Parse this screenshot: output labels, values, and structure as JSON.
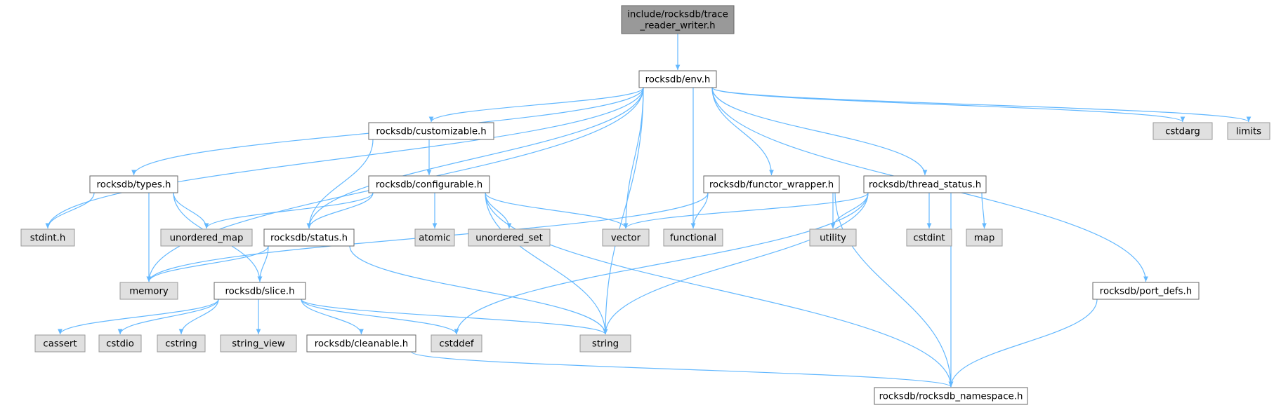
{
  "graph": {
    "nodes": [
      {
        "id": "root",
        "kind": "root",
        "label_lines": [
          "include/rocksdb/trace",
          "_reader_writer.h"
        ]
      },
      {
        "id": "env",
        "kind": "header",
        "label_lines": [
          "rocksdb/env.h"
        ]
      },
      {
        "id": "customizable",
        "kind": "header",
        "label_lines": [
          "rocksdb/customizable.h"
        ]
      },
      {
        "id": "types",
        "kind": "header",
        "label_lines": [
          "rocksdb/types.h"
        ]
      },
      {
        "id": "configurable",
        "kind": "header",
        "label_lines": [
          "rocksdb/configurable.h"
        ]
      },
      {
        "id": "functor",
        "kind": "header",
        "label_lines": [
          "rocksdb/functor_wrapper.h"
        ]
      },
      {
        "id": "thread",
        "kind": "header",
        "label_lines": [
          "rocksdb/thread_status.h"
        ]
      },
      {
        "id": "status",
        "kind": "header",
        "label_lines": [
          "rocksdb/status.h"
        ]
      },
      {
        "id": "slice",
        "kind": "header",
        "label_lines": [
          "rocksdb/slice.h"
        ]
      },
      {
        "id": "cleanable",
        "kind": "header",
        "label_lines": [
          "rocksdb/cleanable.h"
        ]
      },
      {
        "id": "portdefs",
        "kind": "header",
        "label_lines": [
          "rocksdb/port_defs.h"
        ]
      },
      {
        "id": "ns",
        "kind": "header",
        "label_lines": [
          "rocksdb/rocksdb_namespace.h"
        ]
      },
      {
        "id": "cstdarg",
        "kind": "sys",
        "label_lines": [
          "cstdarg"
        ]
      },
      {
        "id": "limits",
        "kind": "sys",
        "label_lines": [
          "limits"
        ]
      },
      {
        "id": "stdint",
        "kind": "sys",
        "label_lines": [
          "stdint.h"
        ]
      },
      {
        "id": "umap",
        "kind": "sys",
        "label_lines": [
          "unordered_map"
        ]
      },
      {
        "id": "atomic",
        "kind": "sys",
        "label_lines": [
          "atomic"
        ]
      },
      {
        "id": "uset",
        "kind": "sys",
        "label_lines": [
          "unordered_set"
        ]
      },
      {
        "id": "vector",
        "kind": "sys",
        "label_lines": [
          "vector"
        ]
      },
      {
        "id": "functional",
        "kind": "sys",
        "label_lines": [
          "functional"
        ]
      },
      {
        "id": "utility",
        "kind": "sys",
        "label_lines": [
          "utility"
        ]
      },
      {
        "id": "cstdint",
        "kind": "sys",
        "label_lines": [
          "cstdint"
        ]
      },
      {
        "id": "map",
        "kind": "sys",
        "label_lines": [
          "map"
        ]
      },
      {
        "id": "memory",
        "kind": "sys",
        "label_lines": [
          "memory"
        ]
      },
      {
        "id": "cassert",
        "kind": "sys",
        "label_lines": [
          "cassert"
        ]
      },
      {
        "id": "cstdio",
        "kind": "sys",
        "label_lines": [
          "cstdio"
        ]
      },
      {
        "id": "cstring",
        "kind": "sys",
        "label_lines": [
          "cstring"
        ]
      },
      {
        "id": "stringview",
        "kind": "sys",
        "label_lines": [
          "string_view"
        ]
      },
      {
        "id": "cstddef",
        "kind": "sys",
        "label_lines": [
          "cstddef"
        ]
      },
      {
        "id": "string",
        "kind": "sys",
        "label_lines": [
          "string"
        ]
      }
    ],
    "edges": [
      [
        "root",
        "env"
      ],
      [
        "env",
        "memory"
      ],
      [
        "env",
        "stdint"
      ],
      [
        "env",
        "types"
      ],
      [
        "env",
        "status"
      ],
      [
        "env",
        "customizable"
      ],
      [
        "env",
        "vector"
      ],
      [
        "env",
        "functional"
      ],
      [
        "env",
        "functor"
      ],
      [
        "env",
        "thread"
      ],
      [
        "env",
        "string"
      ],
      [
        "env",
        "portdefs"
      ],
      [
        "env",
        "cstdarg"
      ],
      [
        "env",
        "limits"
      ],
      [
        "customizable",
        "configurable"
      ],
      [
        "customizable",
        "status"
      ],
      [
        "types",
        "stdint"
      ],
      [
        "types",
        "umap"
      ],
      [
        "types",
        "memory"
      ],
      [
        "types",
        "slice"
      ],
      [
        "configurable",
        "umap"
      ],
      [
        "configurable",
        "status"
      ],
      [
        "configurable",
        "atomic"
      ],
      [
        "configurable",
        "uset"
      ],
      [
        "configurable",
        "vector"
      ],
      [
        "configurable",
        "string"
      ],
      [
        "configurable",
        "ns"
      ],
      [
        "status",
        "memory"
      ],
      [
        "status",
        "slice"
      ],
      [
        "status",
        "string"
      ],
      [
        "functor",
        "functional"
      ],
      [
        "functor",
        "utility"
      ],
      [
        "functor",
        "memory"
      ],
      [
        "functor",
        "ns"
      ],
      [
        "thread",
        "vector"
      ],
      [
        "thread",
        "utility"
      ],
      [
        "thread",
        "cstdint"
      ],
      [
        "thread",
        "map"
      ],
      [
        "thread",
        "cstddef"
      ],
      [
        "thread",
        "string"
      ],
      [
        "thread",
        "ns"
      ],
      [
        "slice",
        "cassert"
      ],
      [
        "slice",
        "cstdio"
      ],
      [
        "slice",
        "cstring"
      ],
      [
        "slice",
        "stringview"
      ],
      [
        "slice",
        "cleanable"
      ],
      [
        "slice",
        "cstddef"
      ],
      [
        "slice",
        "string"
      ],
      [
        "cleanable",
        "ns"
      ],
      [
        "portdefs",
        "ns"
      ]
    ]
  }
}
